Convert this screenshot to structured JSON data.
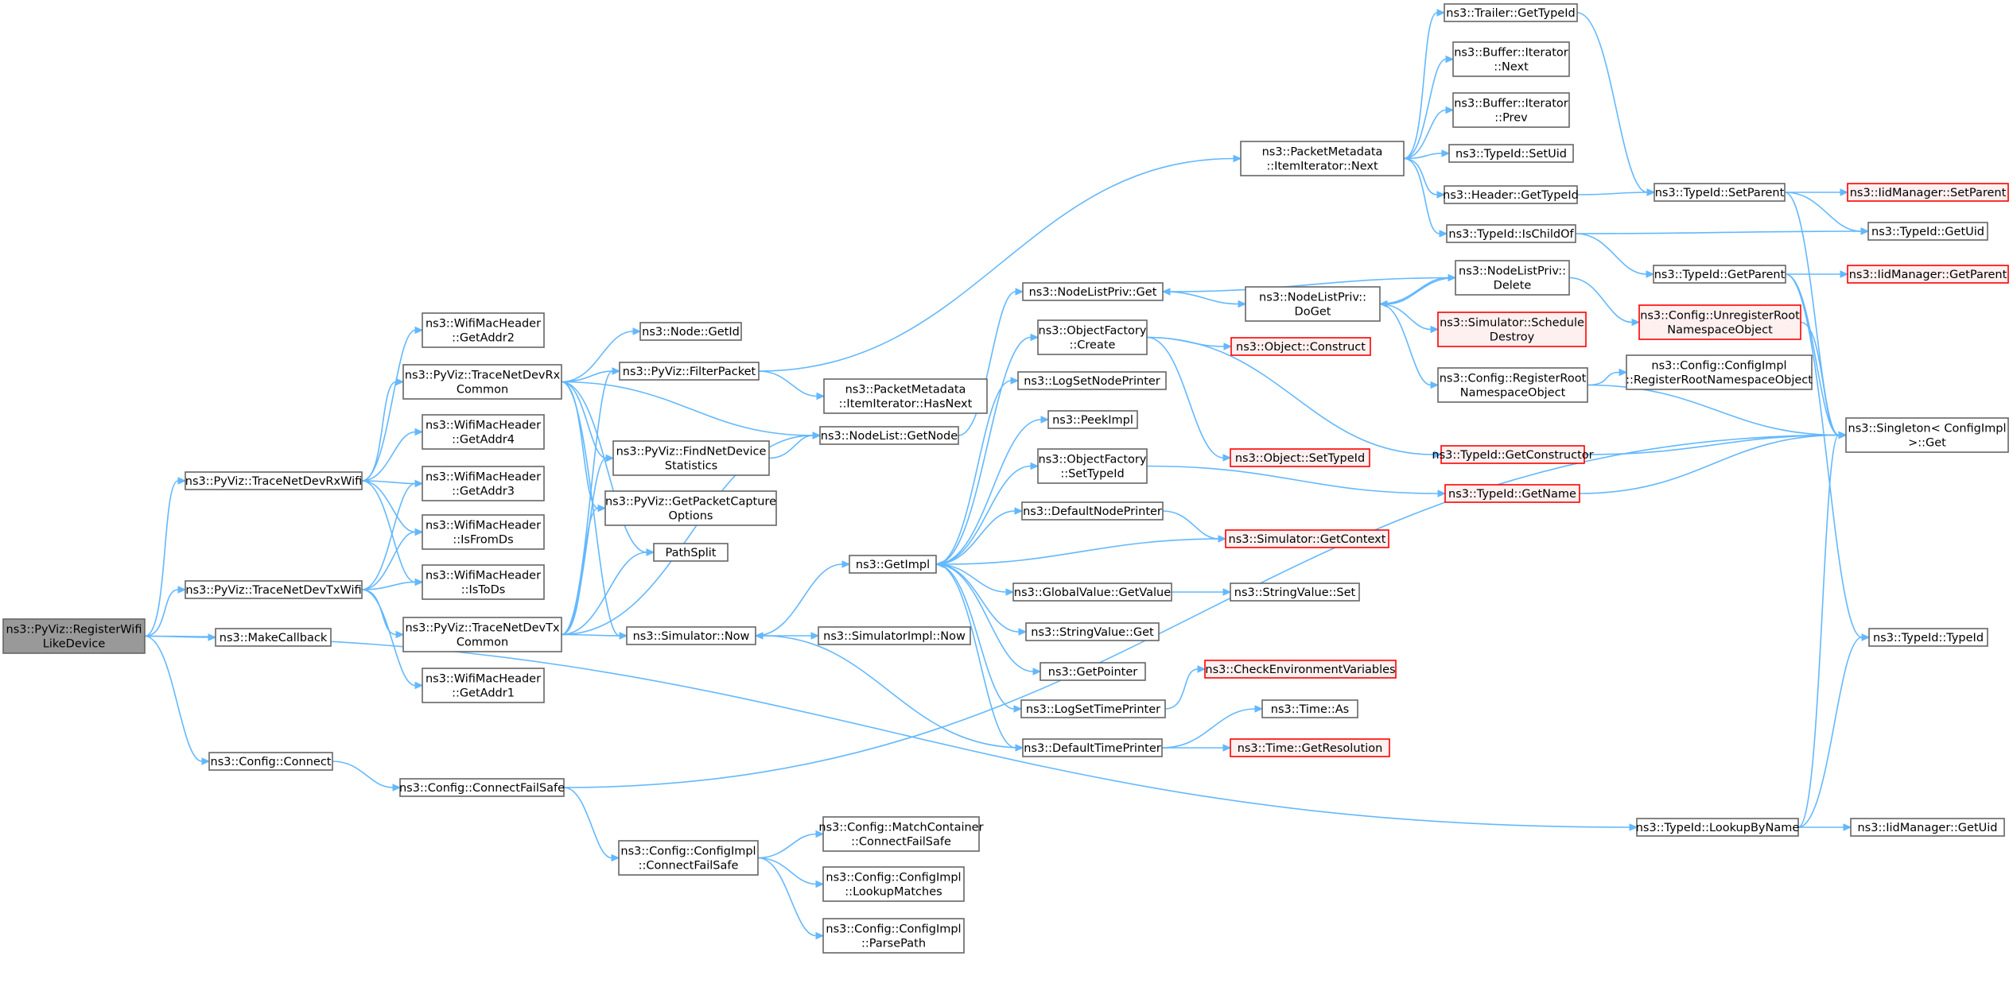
{
  "colors": {
    "edge": "#63b8ff",
    "root_fill": "#999999",
    "truncated_border": "#ff0000",
    "truncated_fill": "#fff0f0",
    "node_border": "#666666"
  },
  "nodes": [
    {
      "id": "root",
      "lines": [
        "ns3::PyViz::RegisterWifi",
        "LikeDevice"
      ],
      "style": "root"
    },
    {
      "id": "rxwifi",
      "lines": [
        "ns3::PyViz::TraceNetDevRxWifi"
      ]
    },
    {
      "id": "txwifi",
      "lines": [
        "ns3::PyViz::TraceNetDevTxWifi"
      ]
    },
    {
      "id": "makecb",
      "lines": [
        "ns3::MakeCallback"
      ]
    },
    {
      "id": "cfgconnect",
      "lines": [
        "ns3::Config::Connect"
      ]
    },
    {
      "id": "getaddr2",
      "lines": [
        "ns3::WifiMacHeader",
        "::GetAddr2"
      ]
    },
    {
      "id": "rxcommon",
      "lines": [
        "ns3::PyViz::TraceNetDevRx",
        "Common"
      ]
    },
    {
      "id": "getaddr4",
      "lines": [
        "ns3::WifiMacHeader",
        "::GetAddr4"
      ]
    },
    {
      "id": "getaddr3",
      "lines": [
        "ns3::WifiMacHeader",
        "::GetAddr3"
      ]
    },
    {
      "id": "isfromds",
      "lines": [
        "ns3::WifiMacHeader",
        "::IsFromDs"
      ]
    },
    {
      "id": "istods",
      "lines": [
        "ns3::WifiMacHeader",
        "::IsToDs"
      ]
    },
    {
      "id": "txcommon",
      "lines": [
        "ns3::PyViz::TraceNetDevTx",
        "Common"
      ]
    },
    {
      "id": "getaddr1",
      "lines": [
        "ns3::WifiMacHeader",
        "::GetAddr1"
      ]
    },
    {
      "id": "connectfailsafe",
      "lines": [
        "ns3::Config::ConnectFailSafe"
      ]
    },
    {
      "id": "nodegetid",
      "lines": [
        "ns3::Node::GetId"
      ]
    },
    {
      "id": "filterpacket",
      "lines": [
        "ns3::PyViz::FilterPacket"
      ]
    },
    {
      "id": "findnetdev",
      "lines": [
        "ns3::PyViz::FindNetDevice",
        "Statistics"
      ]
    },
    {
      "id": "getpktcap",
      "lines": [
        "ns3::PyViz::GetPacketCapture",
        "Options"
      ]
    },
    {
      "id": "pathsplit",
      "lines": [
        "PathSplit"
      ]
    },
    {
      "id": "simnow",
      "lines": [
        "ns3::Simulator::Now"
      ]
    },
    {
      "id": "cfgimplcfs",
      "lines": [
        "ns3::Config::ConfigImpl",
        "::ConnectFailSafe"
      ]
    },
    {
      "id": "pmhasnext",
      "lines": [
        "ns3::PacketMetadata",
        "::ItemIterator::HasNext"
      ]
    },
    {
      "id": "nodelistgetnode",
      "lines": [
        "ns3::NodeList::GetNode"
      ]
    },
    {
      "id": "getimpl",
      "lines": [
        "ns3::GetImpl"
      ]
    },
    {
      "id": "simimplnow",
      "lines": [
        "ns3::SimulatorImpl::Now"
      ]
    },
    {
      "id": "matchcontainer",
      "lines": [
        "ns3::Config::MatchContainer",
        "::ConnectFailSafe"
      ]
    },
    {
      "id": "lookupmatches",
      "lines": [
        "ns3::Config::ConfigImpl",
        "::LookupMatches"
      ]
    },
    {
      "id": "parsepath",
      "lines": [
        "ns3::Config::ConfigImpl",
        "::ParsePath"
      ]
    },
    {
      "id": "nlpget",
      "lines": [
        "ns3::NodeListPriv::Get"
      ]
    },
    {
      "id": "ofcreate",
      "lines": [
        "ns3::ObjectFactory",
        "::Create"
      ]
    },
    {
      "id": "logsetnodeprinter",
      "lines": [
        "ns3::LogSetNodePrinter"
      ]
    },
    {
      "id": "peekimpl",
      "lines": [
        "ns3::PeekImpl"
      ]
    },
    {
      "id": "ofsettypeid",
      "lines": [
        "ns3::ObjectFactory",
        "::SetTypeId"
      ]
    },
    {
      "id": "defnodeprinter",
      "lines": [
        "ns3::DefaultNodePrinter"
      ]
    },
    {
      "id": "gvgetvalue",
      "lines": [
        "ns3::GlobalValue::GetValue"
      ]
    },
    {
      "id": "svget",
      "lines": [
        "ns3::StringValue::Get"
      ]
    },
    {
      "id": "getpointer",
      "lines": [
        "ns3::GetPointer"
      ]
    },
    {
      "id": "logsettimeprinter",
      "lines": [
        "ns3::LogSetTimePrinter"
      ]
    },
    {
      "id": "deftimeprinter",
      "lines": [
        "ns3::DefaultTimePrinter"
      ]
    },
    {
      "id": "pmnext",
      "lines": [
        "ns3::PacketMetadata",
        "::ItemIterator::Next"
      ]
    },
    {
      "id": "nlpdoget",
      "lines": [
        "ns3::NodeListPriv::",
        "DoGet"
      ]
    },
    {
      "id": "objconstruct",
      "lines": [
        "ns3::Object::Construct"
      ],
      "style": "trunc"
    },
    {
      "id": "objsettypeid",
      "lines": [
        "ns3::Object::SetTypeId"
      ],
      "style": "trunc"
    },
    {
      "id": "simgetcontext",
      "lines": [
        "ns3::Simulator::GetContext"
      ],
      "style": "trunc"
    },
    {
      "id": "svset",
      "lines": [
        "ns3::StringValue::Set"
      ]
    },
    {
      "id": "checkenv",
      "lines": [
        "ns3::CheckEnvironmentVariables"
      ],
      "style": "trunc"
    },
    {
      "id": "timeas",
      "lines": [
        "ns3::Time::As"
      ]
    },
    {
      "id": "timegetres",
      "lines": [
        "ns3::Time::GetResolution"
      ],
      "style": "trunc"
    },
    {
      "id": "trailergettypeid",
      "lines": [
        "ns3::Trailer::GetTypeId"
      ]
    },
    {
      "id": "bufnext",
      "lines": [
        "ns3::Buffer::Iterator",
        "::Next"
      ]
    },
    {
      "id": "bufprev",
      "lines": [
        "ns3::Buffer::Iterator",
        "::Prev"
      ]
    },
    {
      "id": "tidsetuid",
      "lines": [
        "ns3::TypeId::SetUid"
      ]
    },
    {
      "id": "headergettypeid",
      "lines": [
        "ns3::Header::GetTypeId"
      ]
    },
    {
      "id": "tidischildof",
      "lines": [
        "ns3::TypeId::IsChildOf"
      ]
    },
    {
      "id": "nlpdelete",
      "lines": [
        "ns3::NodeListPriv::",
        "Delete"
      ]
    },
    {
      "id": "simschedule",
      "lines": [
        "ns3::Simulator::Schedule",
        "Destroy"
      ],
      "style": "trunc"
    },
    {
      "id": "cfgregroot",
      "lines": [
        "ns3::Config::RegisterRoot",
        "NamespaceObject"
      ]
    },
    {
      "id": "tidgetctor",
      "lines": [
        "ns3::TypeId::GetConstructor"
      ],
      "style": "trunc"
    },
    {
      "id": "tidgetname",
      "lines": [
        "ns3::TypeId::GetName"
      ],
      "style": "trunc"
    },
    {
      "id": "tidlookup",
      "lines": [
        "ns3::TypeId::LookupByName"
      ]
    },
    {
      "id": "tidsetparent",
      "lines": [
        "ns3::TypeId::SetParent"
      ]
    },
    {
      "id": "tidgetparent",
      "lines": [
        "ns3::TypeId::GetParent"
      ]
    },
    {
      "id": "cfgunreg",
      "lines": [
        "ns3::Config::UnregisterRoot",
        "NamespaceObject"
      ],
      "style": "trunc"
    },
    {
      "id": "cfgimplreg",
      "lines": [
        "ns3::Config::ConfigImpl",
        "::RegisterRootNamespaceObject"
      ]
    },
    {
      "id": "iidgetuid",
      "lines": [
        "ns3::IidManager::GetUid"
      ]
    },
    {
      "id": "iidsetparent",
      "lines": [
        "ns3::IidManager::SetParent"
      ],
      "style": "trunc"
    },
    {
      "id": "tidgetuid",
      "lines": [
        "ns3::TypeId::GetUid"
      ]
    },
    {
      "id": "iidgetparent",
      "lines": [
        "ns3::IidManager::GetParent"
      ],
      "style": "trunc"
    },
    {
      "id": "singleton",
      "lines": [
        "ns3::Singleton< ConfigImpl",
        ">::Get"
      ]
    },
    {
      "id": "tidtypeid",
      "lines": [
        "ns3::TypeId::TypeId"
      ]
    }
  ],
  "edges": [
    [
      "root",
      "rxwifi"
    ],
    [
      "root",
      "txwifi"
    ],
    [
      "root",
      "makecb"
    ],
    [
      "root",
      "cfgconnect"
    ],
    [
      "root",
      "tidlookup"
    ],
    [
      "rxwifi",
      "getaddr2"
    ],
    [
      "rxwifi",
      "rxcommon"
    ],
    [
      "rxwifi",
      "getaddr4"
    ],
    [
      "rxwifi",
      "getaddr3"
    ],
    [
      "rxwifi",
      "isfromds"
    ],
    [
      "rxwifi",
      "istods"
    ],
    [
      "txwifi",
      "getaddr3"
    ],
    [
      "txwifi",
      "isfromds"
    ],
    [
      "txwifi",
      "istods"
    ],
    [
      "txwifi",
      "txcommon"
    ],
    [
      "txwifi",
      "getaddr1"
    ],
    [
      "rxcommon",
      "nodegetid"
    ],
    [
      "rxcommon",
      "filterpacket"
    ],
    [
      "rxcommon",
      "findnetdev"
    ],
    [
      "rxcommon",
      "getpktcap"
    ],
    [
      "rxcommon",
      "pathsplit"
    ],
    [
      "rxcommon",
      "simnow"
    ],
    [
      "rxcommon",
      "nodelistgetnode"
    ],
    [
      "txcommon",
      "filterpacket"
    ],
    [
      "txcommon",
      "findnetdev"
    ],
    [
      "txcommon",
      "getpktcap"
    ],
    [
      "txcommon",
      "pathsplit"
    ],
    [
      "txcommon",
      "simnow"
    ],
    [
      "txcommon",
      "nodelistgetnode"
    ],
    [
      "cfgconnect",
      "connectfailsafe"
    ],
    [
      "connectfailsafe",
      "cfgimplcfs"
    ],
    [
      "connectfailsafe",
      "singleton"
    ],
    [
      "cfgimplcfs",
      "matchcontainer"
    ],
    [
      "cfgimplcfs",
      "lookupmatches"
    ],
    [
      "cfgimplcfs",
      "parsepath"
    ],
    [
      "filterpacket",
      "pmhasnext"
    ],
    [
      "filterpacket",
      "pmnext"
    ],
    [
      "findnetdev",
      "nodelistgetnode"
    ],
    [
      "nodelistgetnode",
      "nlpget"
    ],
    [
      "simnow",
      "getimpl"
    ],
    [
      "simnow",
      "simimplnow"
    ],
    [
      "getimpl",
      "ofcreate"
    ],
    [
      "getimpl",
      "logsetnodeprinter"
    ],
    [
      "getimpl",
      "peekimpl"
    ],
    [
      "getimpl",
      "ofsettypeid"
    ],
    [
      "getimpl",
      "defnodeprinter"
    ],
    [
      "getimpl",
      "gvgetvalue"
    ],
    [
      "getimpl",
      "svget"
    ],
    [
      "getimpl",
      "getpointer"
    ],
    [
      "getimpl",
      "logsettimeprinter"
    ],
    [
      "getimpl",
      "deftimeprinter"
    ],
    [
      "nlpget",
      "nlpdoget"
    ],
    [
      "nlpdoget",
      "nlpdelete"
    ],
    [
      "nlpdoget",
      "simschedule"
    ],
    [
      "nlpdoget",
      "cfgregroot"
    ],
    [
      "nlpdelete",
      "nlpget"
    ],
    [
      "nlpdelete",
      "nlpdoget"
    ],
    [
      "nlpdelete",
      "cfgunreg"
    ],
    [
      "ofcreate",
      "objconstruct"
    ],
    [
      "ofcreate",
      "objsettypeid"
    ],
    [
      "ofcreate",
      "tidgetctor"
    ],
    [
      "ofsettypeid",
      "tidgetname"
    ],
    [
      "defnodeprinter",
      "simgetcontext"
    ],
    [
      "simgetcontext",
      "getimpl"
    ],
    [
      "gvgetvalue",
      "svset"
    ],
    [
      "logsettimeprinter",
      "checkenv"
    ],
    [
      "deftimeprinter",
      "simnow"
    ],
    [
      "deftimeprinter",
      "timeas"
    ],
    [
      "deftimeprinter",
      "timegetres"
    ],
    [
      "pmnext",
      "trailergettypeid"
    ],
    [
      "pmnext",
      "bufnext"
    ],
    [
      "pmnext",
      "bufprev"
    ],
    [
      "pmnext",
      "tidsetuid"
    ],
    [
      "pmnext",
      "headergettypeid"
    ],
    [
      "pmnext",
      "tidischildof"
    ],
    [
      "trailergettypeid",
      "tidsetparent"
    ],
    [
      "headergettypeid",
      "tidsetparent"
    ],
    [
      "tidsetparent",
      "iidsetparent"
    ],
    [
      "tidsetparent",
      "tidgetuid"
    ],
    [
      "tidsetparent",
      "singleton"
    ],
    [
      "tidischildof",
      "tidgetuid"
    ],
    [
      "tidischildof",
      "tidgetparent"
    ],
    [
      "tidgetparent",
      "iidgetparent"
    ],
    [
      "tidgetparent",
      "singleton"
    ],
    [
      "tidgetparent",
      "tidtypeid"
    ],
    [
      "cfgregroot",
      "cfgimplreg"
    ],
    [
      "cfgregroot",
      "singleton"
    ],
    [
      "cfgunreg",
      "singleton"
    ],
    [
      "tidgetctor",
      "singleton"
    ],
    [
      "tidgetname",
      "singleton"
    ],
    [
      "tidlookup",
      "iidgetuid"
    ],
    [
      "tidlookup",
      "singleton"
    ],
    [
      "tidlookup",
      "tidtypeid"
    ]
  ]
}
